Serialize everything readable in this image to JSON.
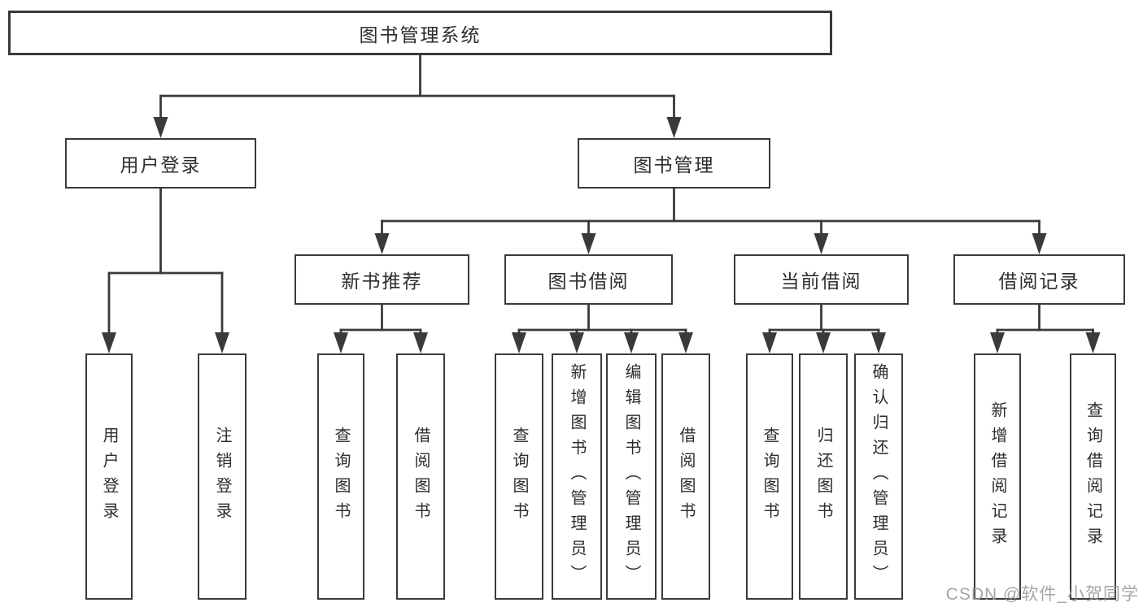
{
  "page": {
    "background": "#ffffff",
    "line_color": "#3a3a3a",
    "box_fill": "#ffffff",
    "text_color": "#2d2d2d"
  },
  "diagram": {
    "type": "tree",
    "nodes": [
      {
        "id": "root",
        "label": "图书管理系统",
        "parent": null,
        "orientation": "horizontal"
      },
      {
        "id": "user-login",
        "label": "用户登录",
        "parent": "root",
        "orientation": "horizontal"
      },
      {
        "id": "book-mgmt",
        "label": "图书管理",
        "parent": "root",
        "orientation": "horizontal"
      },
      {
        "id": "new-books",
        "label": "新书推荐",
        "parent": "book-mgmt",
        "orientation": "horizontal"
      },
      {
        "id": "book-borrow",
        "label": "图书借阅",
        "parent": "book-mgmt",
        "orientation": "horizontal"
      },
      {
        "id": "current-borrow",
        "label": "当前借阅",
        "parent": "book-mgmt",
        "orientation": "horizontal"
      },
      {
        "id": "borrow-records",
        "label": "借阅记录",
        "parent": "book-mgmt",
        "orientation": "horizontal"
      },
      {
        "id": "leaf-user-login",
        "label": "用户登录",
        "parent": "user-login",
        "orientation": "vertical"
      },
      {
        "id": "leaf-logout",
        "label": "注销登录",
        "parent": "user-login",
        "orientation": "vertical"
      },
      {
        "id": "leaf-nb-query",
        "label": "查询图书",
        "parent": "new-books",
        "orientation": "vertical"
      },
      {
        "id": "leaf-nb-borrow",
        "label": "借阅图书",
        "parent": "new-books",
        "orientation": "vertical"
      },
      {
        "id": "leaf-bb-query",
        "label": "查询图书",
        "parent": "book-borrow",
        "orientation": "vertical"
      },
      {
        "id": "leaf-bb-add",
        "label": "新增图书（管理员）",
        "parent": "book-borrow",
        "orientation": "vertical"
      },
      {
        "id": "leaf-bb-edit",
        "label": "编辑图书（管理员）",
        "parent": "book-borrow",
        "orientation": "vertical"
      },
      {
        "id": "leaf-bb-borrow",
        "label": "借阅图书",
        "parent": "book-borrow",
        "orientation": "vertical"
      },
      {
        "id": "leaf-cb-query",
        "label": "查询图书",
        "parent": "current-borrow",
        "orientation": "vertical"
      },
      {
        "id": "leaf-cb-return",
        "label": "归还图书",
        "parent": "current-borrow",
        "orientation": "vertical"
      },
      {
        "id": "leaf-cb-confirm",
        "label": "确认归还（管理员）",
        "parent": "current-borrow",
        "orientation": "vertical"
      },
      {
        "id": "leaf-br-add",
        "label": "新增借阅记录",
        "parent": "borrow-records",
        "orientation": "vertical"
      },
      {
        "id": "leaf-br-query",
        "label": "查询借阅记录",
        "parent": "borrow-records",
        "orientation": "vertical"
      }
    ]
  },
  "watermark": {
    "text": "CSDN @软件_小贺同学",
    "color": "#9c9c9c"
  }
}
